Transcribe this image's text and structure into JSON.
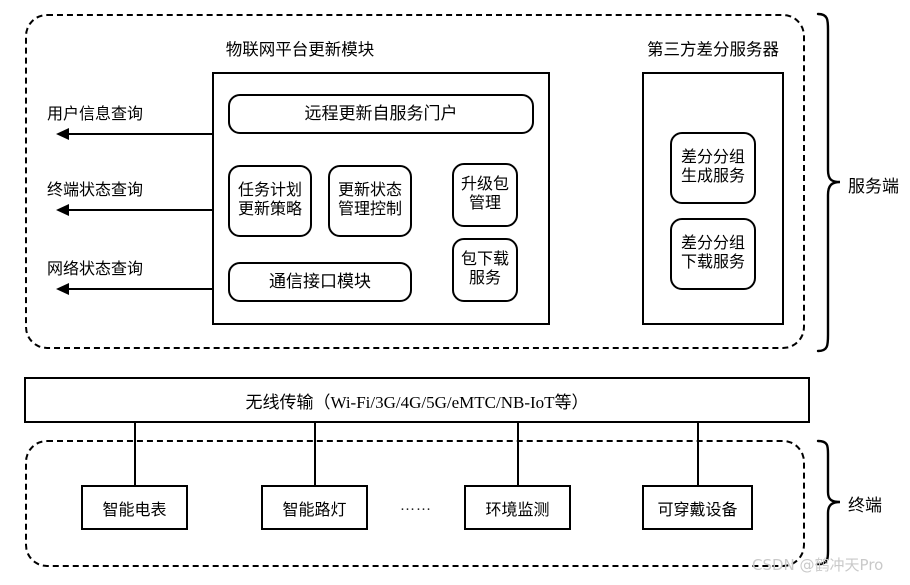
{
  "diagram": {
    "title_server_section": "物联网平台更新模块",
    "title_third_party": "第三方差分服务器",
    "group_labels": {
      "server": "服务端",
      "terminal": "终端"
    },
    "queries": [
      {
        "label": "用户信息查询"
      },
      {
        "label": "终端状态查询"
      },
      {
        "label": "网络状态查询"
      }
    ],
    "platform_modules": {
      "portal": "远程更新自服务门户",
      "task_plan": "任务计划\n更新策略",
      "task_plan_line1": "任务计划",
      "task_plan_line2": "更新策略",
      "update_state_line1": "更新状态",
      "update_state_line2": "管理控制",
      "upgrade_pkg_line1": "升级包",
      "upgrade_pkg_line2": "管理",
      "pkg_download_line1": "包下载",
      "pkg_download_line2": "服务",
      "comm_interface": "通信接口模块"
    },
    "third_party_modules": {
      "diff_gen_line1": "差分分组",
      "diff_gen_line2": "生成服务",
      "diff_dl_line1": "差分分组",
      "diff_dl_line2": "下载服务"
    },
    "transport_bar": "无线传输（Wi-Fi/3G/4G/5G/eMTC/NB-IoT等）",
    "terminals": [
      {
        "label": "智能电表"
      },
      {
        "label": "智能路灯"
      },
      {
        "label": "环境监测"
      },
      {
        "label": "可穿戴设备"
      }
    ],
    "terminal_ellipsis": "……",
    "watermark": "CSDN @鹤冲天Pro",
    "colors": {
      "stroke": "#000000",
      "background": "#ffffff",
      "watermark": "#c9c9c9"
    }
  }
}
